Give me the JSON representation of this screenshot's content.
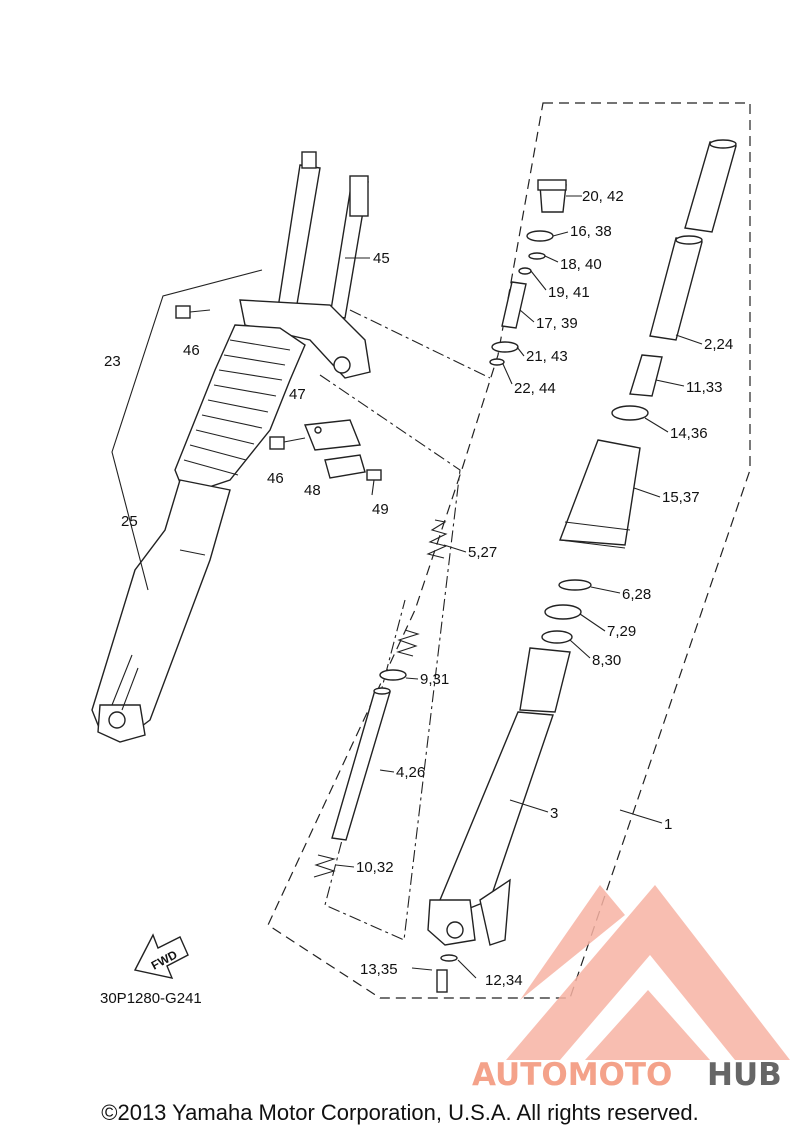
{
  "callouts": {
    "p20_42": "20, 42",
    "p16_38": "16, 38",
    "p18_40": "18, 40",
    "p19_41": "19, 41",
    "p17_39": "17, 39",
    "p21_43": "21, 43",
    "p22_44": "22, 44",
    "p45": "45",
    "p23": "23",
    "p46a": "46",
    "p47": "47",
    "p46b": "46",
    "p48": "48",
    "p49": "49",
    "p25": "25",
    "p2_24": "2,24",
    "p11_33": "11,33",
    "p14_36": "14,36",
    "p15_37": "15,37",
    "p5_27": "5,27",
    "p6_28": "6,28",
    "p7_29": "7,29",
    "p8_30": "8,30",
    "p9_31": "9,31",
    "p4_26": "4,26",
    "p3": "3",
    "p1": "1",
    "p10_32": "10,32",
    "p13_35": "13,35",
    "p12_34": "12,34"
  },
  "fwd_label": "FWD",
  "diagram_code": "30P1280-G241",
  "watermark": {
    "part1": "AUTOMOTO",
    "part2": "HUB",
    "color_main": "#f4a28a",
    "color_dark": "#666666"
  },
  "copyright": "©2013 Yamaha Motor Corporation, U.S.A. All rights reserved."
}
